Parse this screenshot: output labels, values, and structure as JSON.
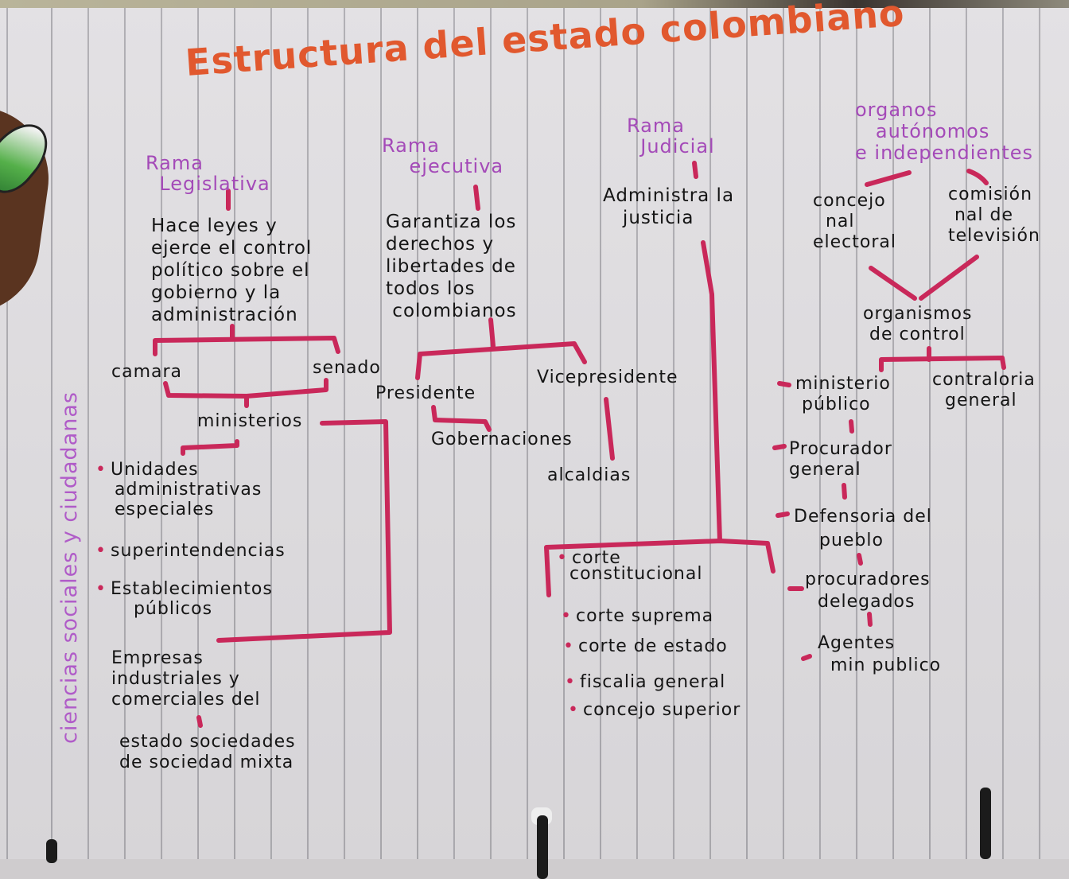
{
  "title": "Estructura del estado colombiano",
  "side_title": "ciencias sociales y ciudadanas",
  "branches": {
    "legislativa": {
      "heading": "Rama\n  Legislativa",
      "description": "Hace leyes y\nejerce el control\npolítico sobre el\ngobierno y la\nadministración",
      "children": [
        "camara",
        "senado"
      ],
      "merge_into": "ministerios",
      "sub_items": [
        "Unidades\n   administrativas\n   especiales",
        "superintendencias",
        "Establecimientos\n      públicos"
      ],
      "extra": "Empresas\nindustriales y\ncomerciales del",
      "extra2": "estado sociedades\nde sociedad mixta"
    },
    "ejecutiva": {
      "heading": "Rama\n    ejecutiva",
      "description": "Garantiza los\nderechos y\nlibertades de\ntodos los\n colombianos",
      "children": [
        "Presidente",
        "Vicepresidente"
      ],
      "president_child": "Gobernaciones",
      "vice_child": "alcaldias"
    },
    "judicial": {
      "heading": "Rama\n  Judicial",
      "description": "Administra la\n   justicia",
      "items": [
        "corte\n  constitucional",
        "corte suprema",
        "corte de estado",
        "fiscalia general",
        "concejo superior"
      ]
    },
    "autonomos": {
      "heading": "organos\n   autónomos\ne independientes",
      "children": [
        "concejo\n  nal\nelectoral",
        "comisión\n nal de\ntelevisión"
      ],
      "control": "organismos\n de control",
      "control_children": [
        "ministerio\n público",
        "contraloria\n  general"
      ],
      "ministerio_chain": [
        "Procurador\ngeneral",
        "Defensoria del\n    pueblo",
        "procuradores\n  delegados",
        "Agentes\n  min publico"
      ]
    }
  },
  "colors": {
    "title": "#e1582e",
    "headings": "#a44ab8",
    "connectors": "#c9285a",
    "ink": "#151515"
  }
}
